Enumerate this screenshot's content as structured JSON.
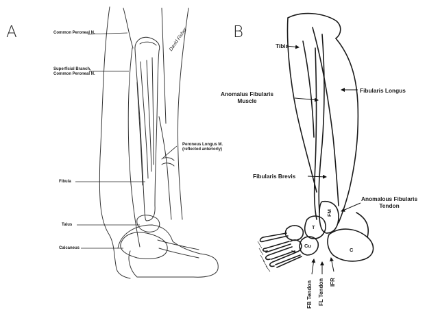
{
  "panel_a": {
    "letter": "A",
    "signature": "David Fisher",
    "labels": {
      "common_peroneal": "Common Peroneal N.",
      "superficial_branch_line1": "Superficial Branch,",
      "superficial_branch_line2": "Common Peroneal N.",
      "peroneus_longus_line1": "Peroneus Longus M.",
      "peroneus_longus_line2": "(reflected anteriorly)",
      "fibula": "Fibula",
      "talus": "Talus",
      "calcaneus": "Calcaneus"
    }
  },
  "panel_b": {
    "letter": "B",
    "labels": {
      "tibia": "Tibia",
      "anomalus_line1": "Anomalus Fibularis",
      "anomalus_line2": "Muscle",
      "fibularis_longus": "Fibularis Longus",
      "fibularis_brevis": "Fibularis Brevis",
      "anomalous_tendon_line1": "Anomalous Fibularis",
      "anomalous_tendon_line2": "Tendon",
      "fb_tendon": "FB Tendon",
      "fl_tendon": "FL Tendon",
      "ifr": "IFR",
      "t": "T",
      "fm": "FM",
      "cu": "Cu",
      "c": "C"
    }
  }
}
